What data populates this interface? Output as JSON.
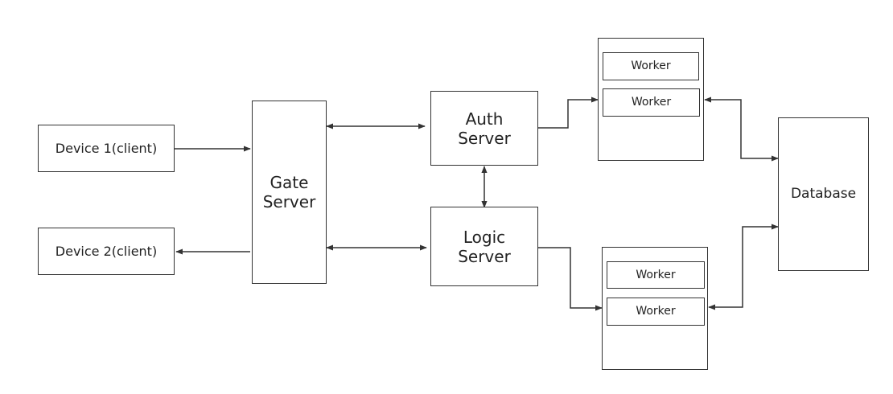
{
  "diagram": {
    "nodes": {
      "device1": {
        "label": "Device 1(client)"
      },
      "device2": {
        "label": "Device 2(client)"
      },
      "gate": {
        "label": "Gate\nServer"
      },
      "auth": {
        "label": "Auth\nServer"
      },
      "logic": {
        "label": "Logic\nServer"
      },
      "workers_top": {
        "items": [
          {
            "label": "Worker"
          },
          {
            "label": "Worker"
          }
        ]
      },
      "workers_bottom": {
        "items": [
          {
            "label": "Worker"
          },
          {
            "label": "Worker"
          }
        ]
      },
      "database": {
        "label": "Database"
      }
    },
    "edges": [
      {
        "from": "device1",
        "to": "gate",
        "direction": "forward"
      },
      {
        "from": "gate",
        "to": "device2",
        "direction": "forward"
      },
      {
        "from": "gate",
        "to": "auth",
        "direction": "both"
      },
      {
        "from": "gate",
        "to": "logic",
        "direction": "both"
      },
      {
        "from": "auth",
        "to": "logic",
        "direction": "both"
      },
      {
        "from": "auth",
        "to": "workers_top",
        "direction": "forward"
      },
      {
        "from": "logic",
        "to": "workers_bottom",
        "direction": "forward"
      },
      {
        "from": "workers_top",
        "to": "database",
        "direction": "both"
      },
      {
        "from": "workers_bottom",
        "to": "database",
        "direction": "both"
      }
    ],
    "colors": {
      "stroke": "#333333",
      "fill": "#ffffff",
      "text": "#222222"
    }
  }
}
